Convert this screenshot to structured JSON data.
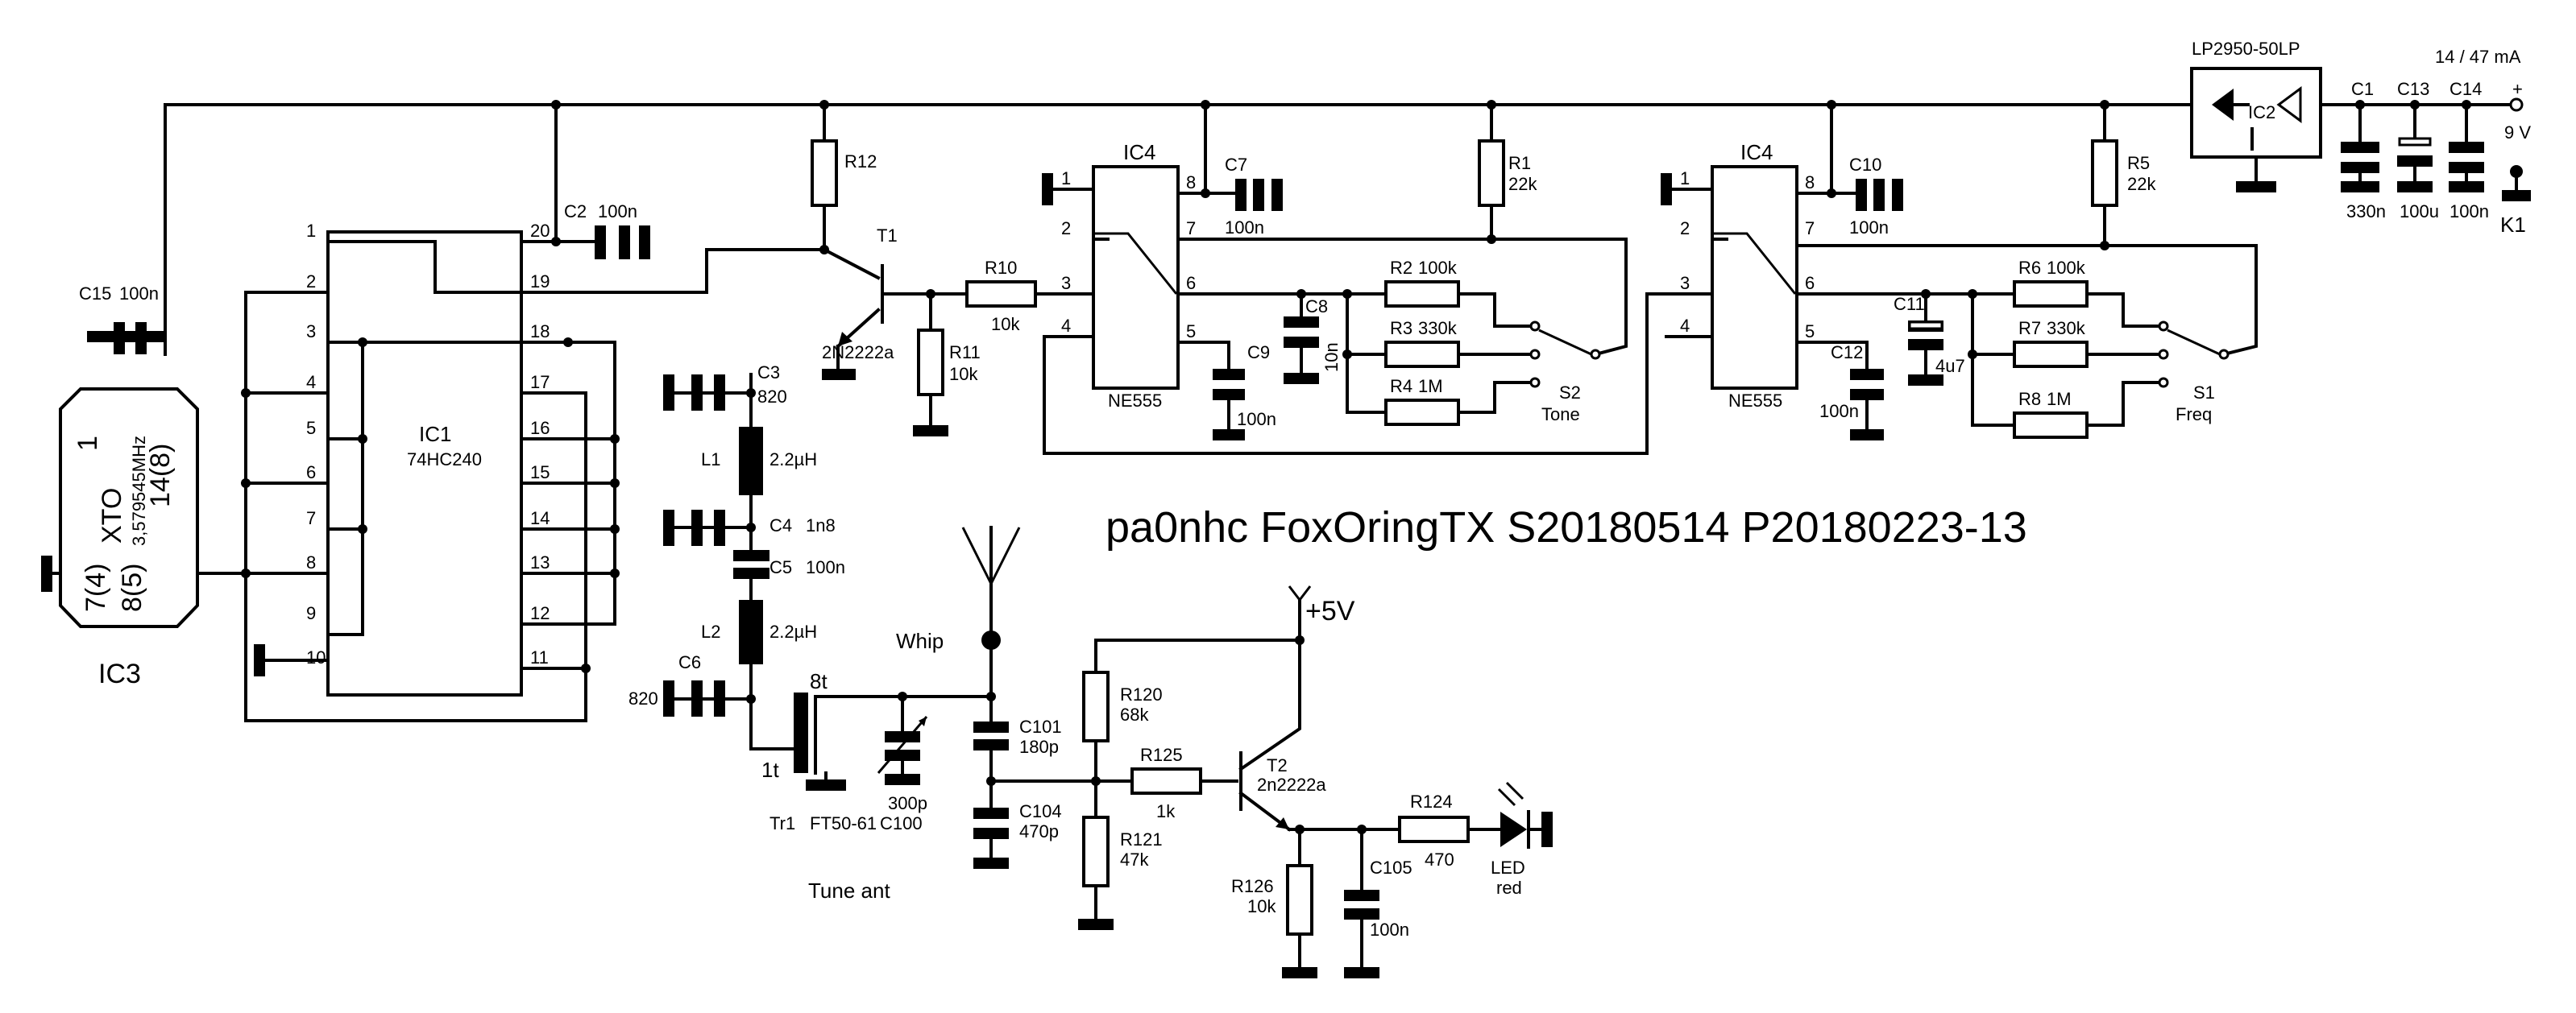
{
  "title": "pa0nhc FoxOringTX S20180514  P20180223-13",
  "ic1": {
    "ref": "IC1",
    "part": "74HC240",
    "pins_left": [
      "1",
      "2",
      "3",
      "4",
      "5",
      "6",
      "7",
      "8",
      "9",
      "10"
    ],
    "pins_right": [
      "20",
      "19",
      "18",
      "17",
      "16",
      "15",
      "14",
      "13",
      "12",
      "11"
    ]
  },
  "ic3": {
    "ref": "IC3",
    "name": "XTO",
    "freq": "3,579545MHz",
    "p1": "1",
    "p14": "14(8)",
    "p7": "7(4)",
    "p8": "8(5)"
  },
  "ic4a": {
    "ref": "IC4",
    "part": "NE555",
    "pins": [
      "1",
      "2",
      "3",
      "4",
      "8",
      "7",
      "6",
      "5"
    ]
  },
  "ic4b": {
    "ref": "IC4",
    "part": "NE555",
    "pins": [
      "1",
      "2",
      "3",
      "4",
      "8",
      "7",
      "6",
      "5"
    ]
  },
  "ic2": {
    "ref": "IC2",
    "part": "LP2950-50LP"
  },
  "supply": {
    "current": "14 / 47 mA",
    "voltage": "9 V",
    "plus": "+",
    "connector": "K1",
    "rail5v": "+5V"
  },
  "components": {
    "C15": "C15",
    "C15v": "100n",
    "C2": "C2",
    "C2v": "100n",
    "R12": "R12",
    "T1": "T1",
    "T1v": "2N2222a",
    "R10": "R10",
    "R10v": "10k",
    "R11": "R11",
    "R11v": "10k",
    "C7": "C7",
    "C7v": "100n",
    "R1": "R1",
    "R1v": "22k",
    "C8": "C8",
    "C8v": "10n",
    "C9": "C9",
    "C9v": "100n",
    "R2": "R2",
    "R2v": "100k",
    "R3": "R3",
    "R3v": "330k",
    "R4": "R4",
    "R4v": "1M",
    "S2": "S2",
    "S2v": "Tone",
    "C10": "C10",
    "C10v": "100n",
    "R5": "R5",
    "R5v": "22k",
    "C11": "C11",
    "C11v": "4u7",
    "C12": "C12",
    "C12v": "100n",
    "R6": "R6",
    "R6v": "100k",
    "R7": "R7",
    "R7v": "330k",
    "R8": "R8",
    "R8v": "1M",
    "S1": "S1",
    "S1v": "Freq",
    "C1": "C1",
    "C1v": "330n",
    "C13": "C13",
    "C13v": "100u",
    "C14": "C14",
    "C14v": "100n",
    "C3": "C3",
    "C3v": "820",
    "L1": "L1",
    "L1v": "2.2µH",
    "C4": "C4",
    "C4v": "1n8",
    "C5": "C5",
    "C5v": "100n",
    "L2": "L2",
    "L2v": "2.2µH",
    "C6": "C6",
    "C6v": "820",
    "Tr1_primary": "8t",
    "Tr1_secondary": "1t",
    "Tr1": "Tr1",
    "Tr1v": "FT50-61",
    "C100v": "C100",
    "C100val": "300p",
    "Whip": "Whip",
    "Tune": "Tune ant",
    "C101": "C101",
    "C101v": "180p",
    "C104": "C104",
    "C104v": "470p",
    "R120": "R120",
    "R120v": "68k",
    "R121": "R121",
    "R121v": "47k",
    "R125": "R125",
    "R125v": "1k",
    "T2": "T2",
    "T2v": "2n2222a",
    "R126": "R126",
    "R126v": "10k",
    "C105": "C105",
    "C105v": "100n",
    "R124": "R124",
    "R124v": "470",
    "LED": "LED",
    "LEDv": "red"
  }
}
